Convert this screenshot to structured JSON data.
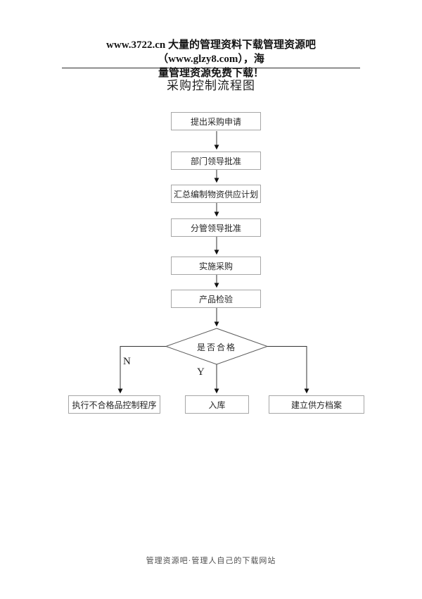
{
  "header": {
    "lines": [
      "www.3722.cn 大量的管理资料下载管理资源吧（www.glzy8.com），海",
      "量管理资源免费下载！"
    ]
  },
  "title": "采购控制流程图",
  "flowchart": {
    "steps": [
      {
        "label": "提出采购申请"
      },
      {
        "label": "部门领导批准"
      },
      {
        "label": "汇总编制物资供应计划"
      },
      {
        "label": "分管领导批准"
      },
      {
        "label": "实施采购"
      },
      {
        "label": "产品检验"
      }
    ],
    "decision": {
      "label": "是否合格",
      "no_label": "N",
      "yes_label": "Y"
    },
    "outcomes": [
      {
        "label": "执行不合格品控制程序"
      },
      {
        "label": "入库"
      },
      {
        "label": "建立供方档案"
      }
    ]
  },
  "footer": "管理资源吧·管理人自己的下载网站",
  "colors": {
    "box_border": "#a6a6a6",
    "connector_line": "#333333",
    "arrowhead": "#111111",
    "text": "#262626",
    "footer_text": "#4d4d4d"
  }
}
